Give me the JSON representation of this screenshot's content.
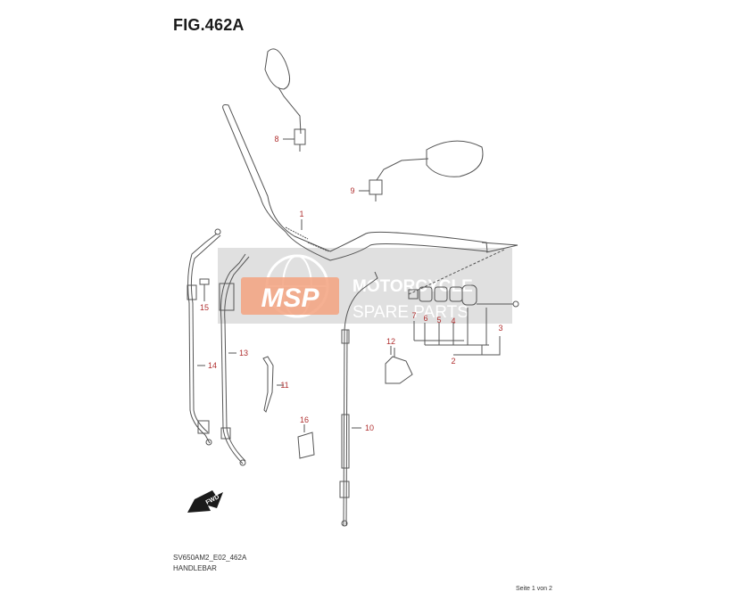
{
  "figure": {
    "title": "FIG.462A",
    "model_code": "SV650AM2_E02_462A",
    "caption": "HANDLEBAR",
    "page_indicator": "Seite 1 von 2"
  },
  "callouts": [
    {
      "id": "1",
      "text": "1"
    },
    {
      "id": "2",
      "text": "2"
    },
    {
      "id": "3",
      "text": "3"
    },
    {
      "id": "4",
      "text": "4"
    },
    {
      "id": "5",
      "text": "5"
    },
    {
      "id": "6",
      "text": "6"
    },
    {
      "id": "7",
      "text": "7"
    },
    {
      "id": "8",
      "text": "8"
    },
    {
      "id": "9",
      "text": "9"
    },
    {
      "id": "10",
      "text": "10"
    },
    {
      "id": "11",
      "text": "11"
    },
    {
      "id": "12",
      "text": "12"
    },
    {
      "id": "13",
      "text": "13"
    },
    {
      "id": "14",
      "text": "14"
    },
    {
      "id": "15",
      "text": "15"
    },
    {
      "id": "16",
      "text": "16"
    }
  ],
  "fwd_badge": "FWD",
  "watermark": {
    "logo_text": "MSP",
    "line1": "MOTORCYCLE",
    "line2": "SPARE PARTS"
  },
  "colors": {
    "callout": "#b03030",
    "line": "#555555",
    "watermark_bg": "#d0d0d0",
    "watermark_logo": "#f0a080"
  }
}
